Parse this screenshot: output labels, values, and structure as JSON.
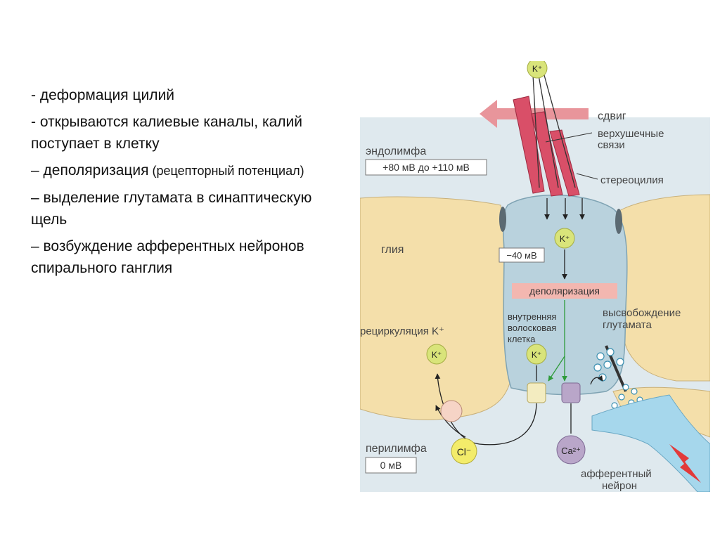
{
  "bullets": [
    {
      "text": "- деформация цилий"
    },
    {
      "text": "- открываются калиевые каналы, калий поступает в клетку"
    },
    {
      "main": "– деполяризация",
      "small": " (рецепторный потенциал)"
    },
    {
      "text": "– выделение глутамата в синаптическую щель"
    },
    {
      "text": "– возбуждение афферентных нейронов спирального ганглия"
    }
  ],
  "figure": {
    "labels": {
      "endolymph": "эндолимфа",
      "endolymph_voltage": "+80 мВ до +110 мВ",
      "shift": "сдвиг",
      "tip_links_1": "верхушечные",
      "tip_links_2": "связи",
      "stereocilia": "стереоцилия",
      "glia": "глия",
      "cell_voltage": "−40 мВ",
      "depolarization": "деполяризация",
      "hair_cell_1": "внутренняя",
      "hair_cell_2": "волосковая",
      "hair_cell_3": "клетка",
      "release_1": "высвобождение",
      "release_2": "глутамата",
      "recirculation": "рециркуляция K⁺",
      "perilymph": "перилимфа",
      "perilymph_voltage": "0 мВ",
      "afferent_1": "афферентный",
      "afferent_2": "нейрон"
    },
    "ions": {
      "k": "K⁺",
      "cl": "Cl⁻",
      "ca": "Ca²⁺"
    },
    "colors": {
      "background": "#dfe9ee",
      "glia": "#f4dfaa",
      "cell": "#b9d2dd",
      "stereocilia": "#d94f68",
      "ion_k": "#d9e47a",
      "ion_cl": "#f3ec6a",
      "ion_ca": "#b9a6c9",
      "neuron": "#a6d7ec",
      "depolarization_box": "#f3b7b0",
      "shift_arrow": "#e8959b"
    }
  }
}
